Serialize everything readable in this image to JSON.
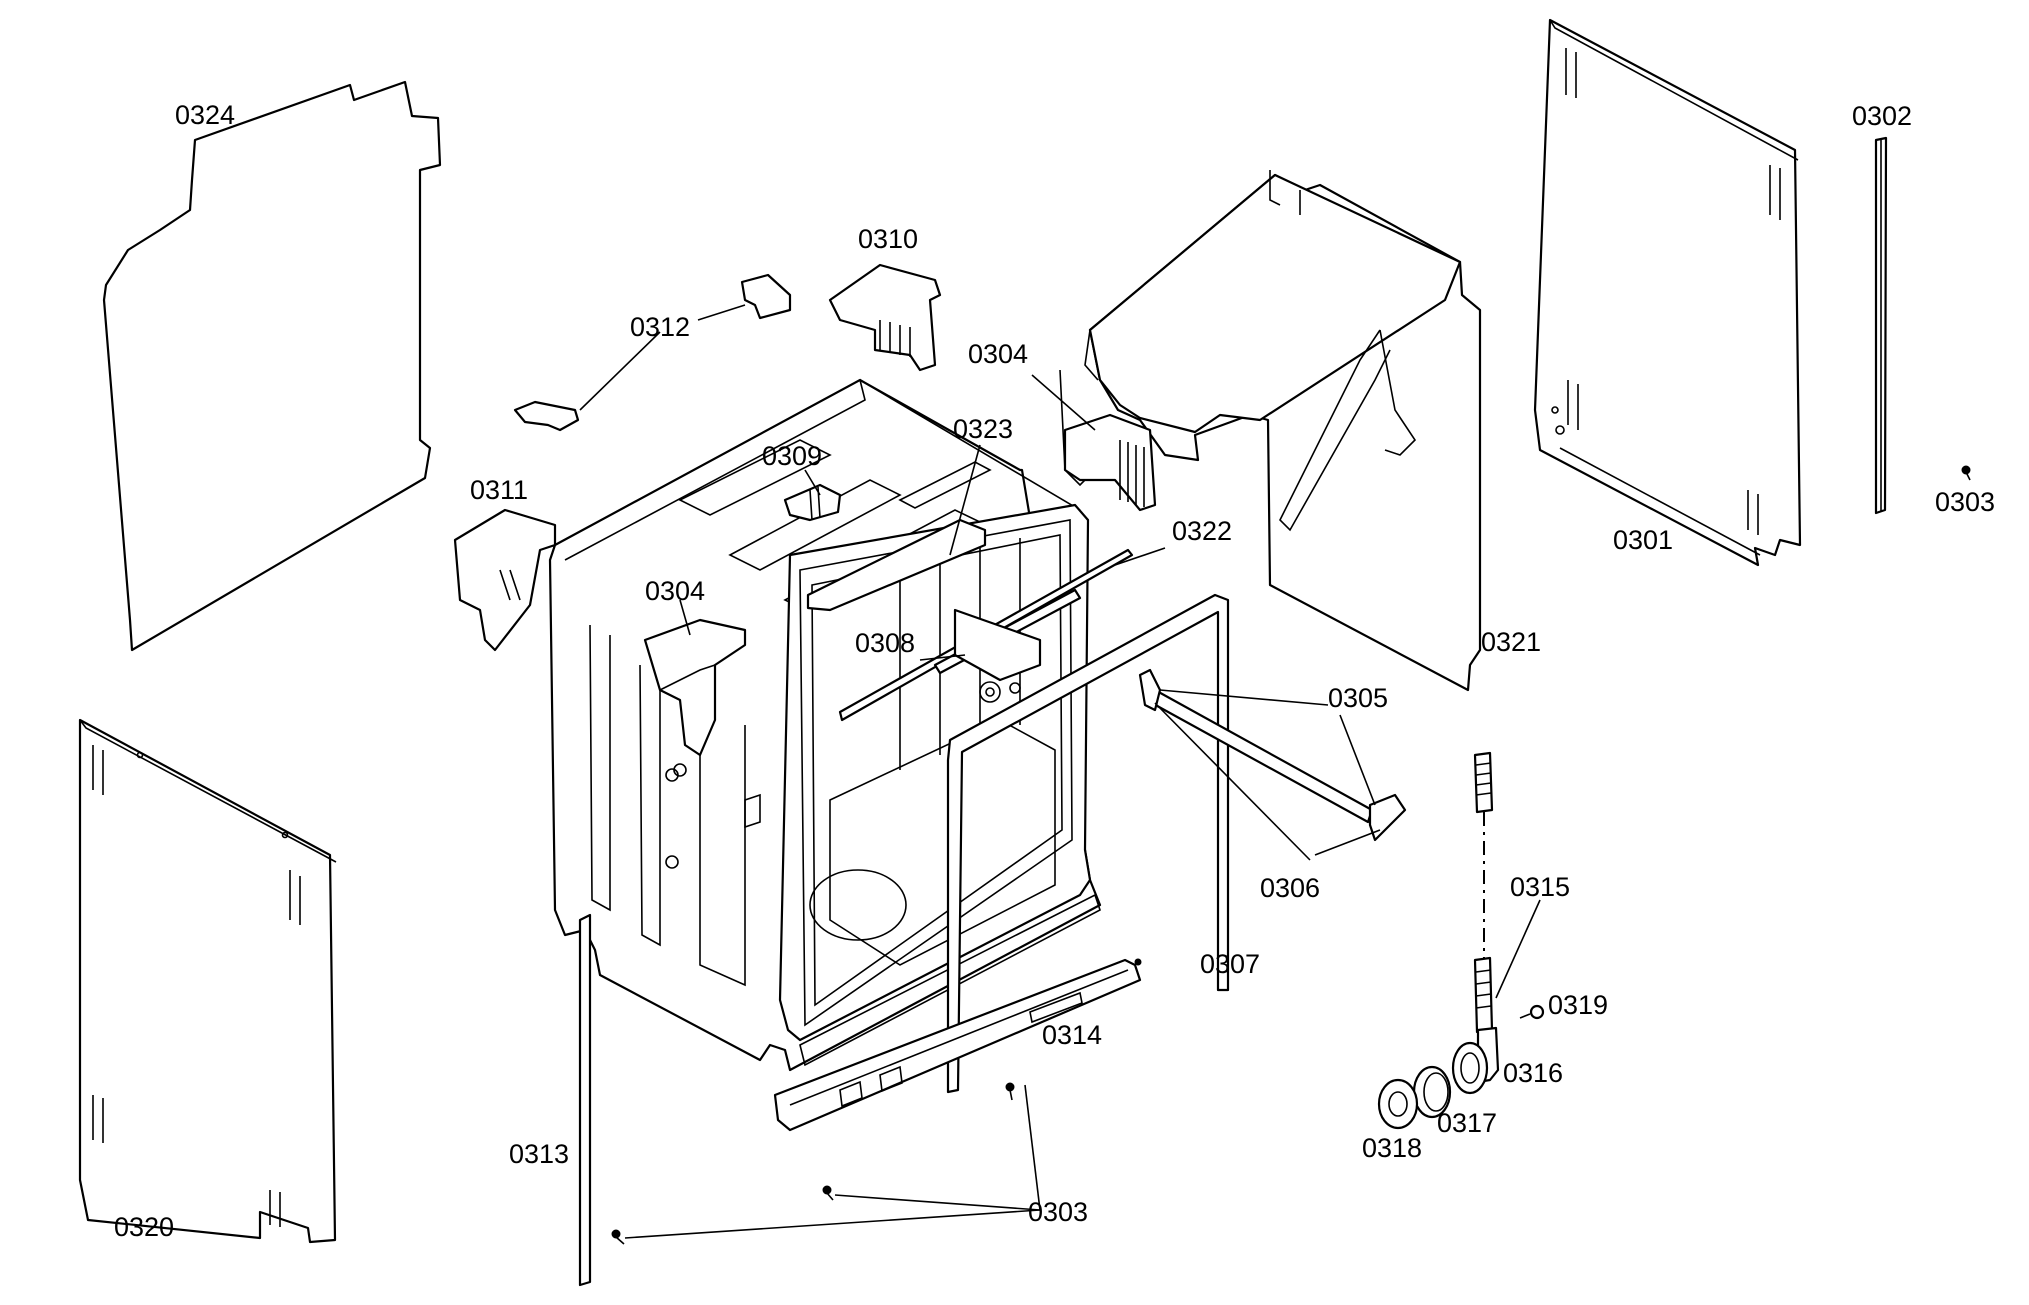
{
  "diagram": {
    "labels": {
      "p0301": "0301",
      "p0302": "0302",
      "p0303a": "0303",
      "p0303b": "0303",
      "p0304a": "0304",
      "p0304b": "0304",
      "p0305": "0305",
      "p0306": "0306",
      "p0307": "0307",
      "p0308": "0308",
      "p0309": "0309",
      "p0310": "0310",
      "p0311": "0311",
      "p0312": "0312",
      "p0313": "0313",
      "p0314": "0314",
      "p0315": "0315",
      "p0316": "0316",
      "p0317": "0317",
      "p0318": "0318",
      "p0319": "0319",
      "p0320": "0320",
      "p0321": "0321",
      "p0322": "0322",
      "p0323": "0323",
      "p0324": "0324"
    }
  }
}
